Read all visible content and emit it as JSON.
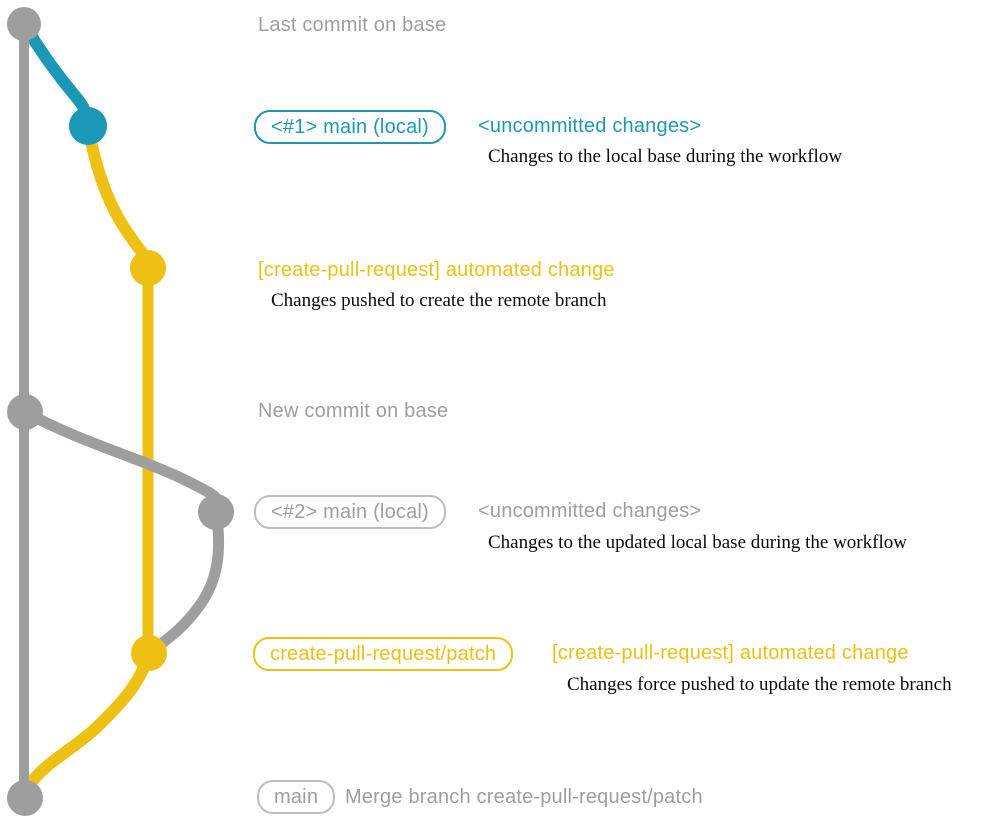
{
  "colors": {
    "teal": "#1b98b8",
    "yellow": "#efc014",
    "gray": "#9e9e9e",
    "gray_border": "#bdbdbd",
    "text_dark": "#0a0a0a",
    "background": "#ffffff"
  },
  "graph": {
    "branches": [
      {
        "name": "base-branch",
        "color": "gray"
      },
      {
        "name": "local-main-branch",
        "color": "teal"
      },
      {
        "name": "create-pull-request-patch-branch",
        "color": "yellow"
      }
    ],
    "nodes": [
      {
        "name": "last-commit-on-base",
        "color": "gray"
      },
      {
        "name": "local-main-commit-1",
        "color": "teal"
      },
      {
        "name": "automated-change-commit-1",
        "color": "yellow"
      },
      {
        "name": "new-commit-on-base",
        "color": "gray"
      },
      {
        "name": "local-main-commit-2",
        "color": "gray"
      },
      {
        "name": "automated-change-commit-2",
        "color": "yellow"
      },
      {
        "name": "merge-commit",
        "color": "gray"
      }
    ]
  },
  "rows": {
    "last_commit": {
      "label": "Last commit on base"
    },
    "main1": {
      "badge": "<#1> main (local)",
      "heading": "<uncommitted changes>",
      "description": "Changes to the local base during the workflow"
    },
    "auto1": {
      "heading": "[create-pull-request] automated change",
      "description": "Changes pushed to create the remote branch"
    },
    "new_commit": {
      "label": "New commit on base"
    },
    "main2": {
      "badge": "<#2> main (local)",
      "heading": "<uncommitted changes>",
      "description": "Changes to the updated local base during the workflow"
    },
    "auto2": {
      "badge": "create-pull-request/patch",
      "heading": "[create-pull-request] automated change",
      "description": "Changes force pushed to update the remote branch"
    },
    "merge": {
      "badge": "main",
      "label": "Merge branch create-pull-request/patch"
    }
  }
}
